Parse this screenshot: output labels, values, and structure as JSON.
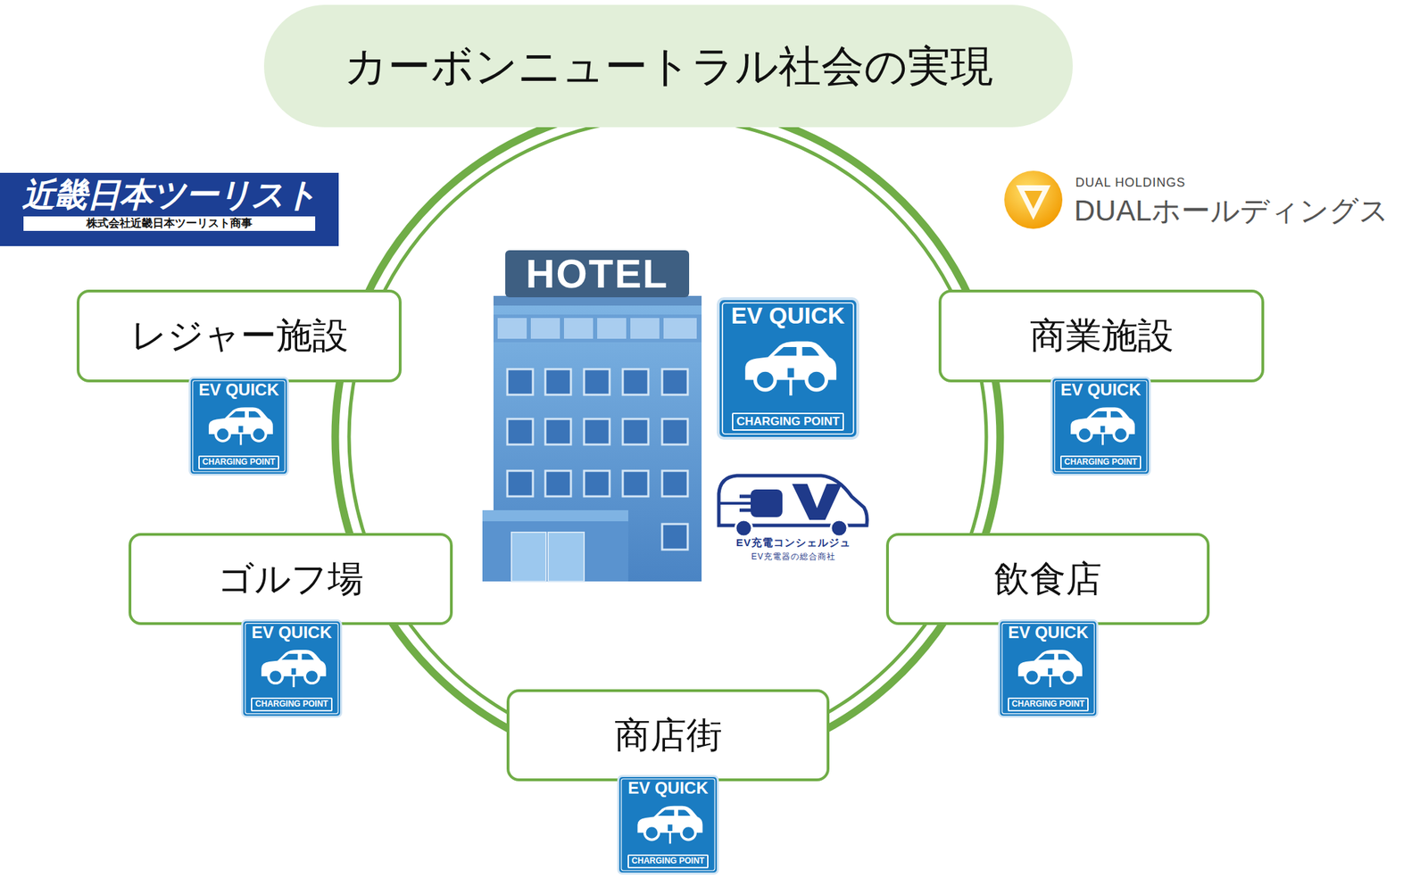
{
  "diagram": {
    "title": "カーボンニュートラル社会の実現",
    "nodes": [
      {
        "text": [
          "近畿日本ツーリスト",
          "株式会社近畿日本ツーリスト商事"
        ]
      },
      {
        "text": [
          "レジャー施設"
        ]
      },
      {
        "text": [
          "EV QUICK",
          "CHARGING POINT"
        ]
      },
      {
        "text": [
          "EV QUICK",
          "CHARGING POINT"
        ]
      },
      {
        "text": [
          "商業施設"
        ]
      },
      {
        "text": [
          "EV QUICK",
          "CHARGING POINT"
        ]
      },
      {
        "text": [
          "ゴルフ場"
        ]
      },
      {
        "text": [
          "EV QUICK",
          "CHARGING POINT"
        ]
      },
      {
        "text": [
          "飲食店"
        ]
      },
      {
        "text": [
          "EV QUICK",
          "CHARGING POINT"
        ]
      },
      {
        "text": [
          "商店街"
        ]
      },
      {
        "text": [
          "EV QUICK",
          "CHARGING POINT"
        ]
      }
    ],
    "labels": [
      "HOTEL",
      "DUAL HOLDINGS",
      "DUALホールディングス",
      "EV充電コンシェルジュ",
      "EV充電器の総合商社"
    ]
  }
}
